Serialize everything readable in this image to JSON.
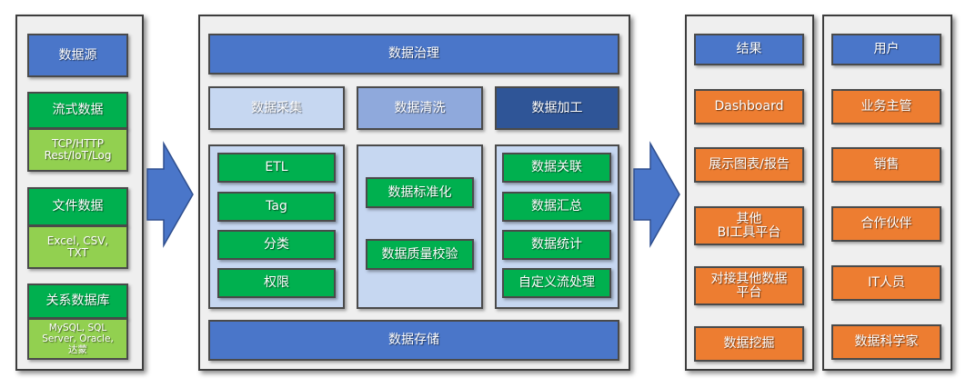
{
  "sources": {
    "header": "数据源",
    "streaming": {
      "label": "流式数据",
      "detail": "TCP/HTTP\nRest/IoT/Log"
    },
    "file": {
      "label": "文件数据",
      "detail": "Excel, CSV,\nTXT"
    },
    "relational": {
      "label": "关系数据库",
      "detail": "MySQL, SQL\nServer, Oracle,\n达蒙"
    }
  },
  "governance": {
    "header": "数据治理",
    "collect": {
      "label": "数据采集",
      "items": [
        "ETL",
        "Tag",
        "分类",
        "权限"
      ]
    },
    "clean": {
      "label": "数据清洗",
      "items": [
        "数据标准化",
        "数据质量校验"
      ]
    },
    "process": {
      "label": "数据加工",
      "items": [
        "数据关联",
        "数据汇总",
        "数据统计",
        "自定义流处理"
      ]
    },
    "storage": "数据存储"
  },
  "results": {
    "header": "结果",
    "items": [
      "Dashboard",
      "展示图表/报告",
      "其他\nBI工具平台",
      "对接其他数据\n平台",
      "数据挖掘"
    ]
  },
  "users": {
    "header": "用户",
    "items": [
      "业务主管",
      "销售",
      "合作伙伴",
      "IT人员",
      "数据科学家"
    ]
  },
  "colors": {
    "blue": "#4a76c9",
    "green": "#00b04f",
    "light_green": "#92d050",
    "orange": "#ed7d31",
    "pale_blue": "#c6d7f1",
    "dark_blue": "#2f5597",
    "panel": "#efefef"
  }
}
